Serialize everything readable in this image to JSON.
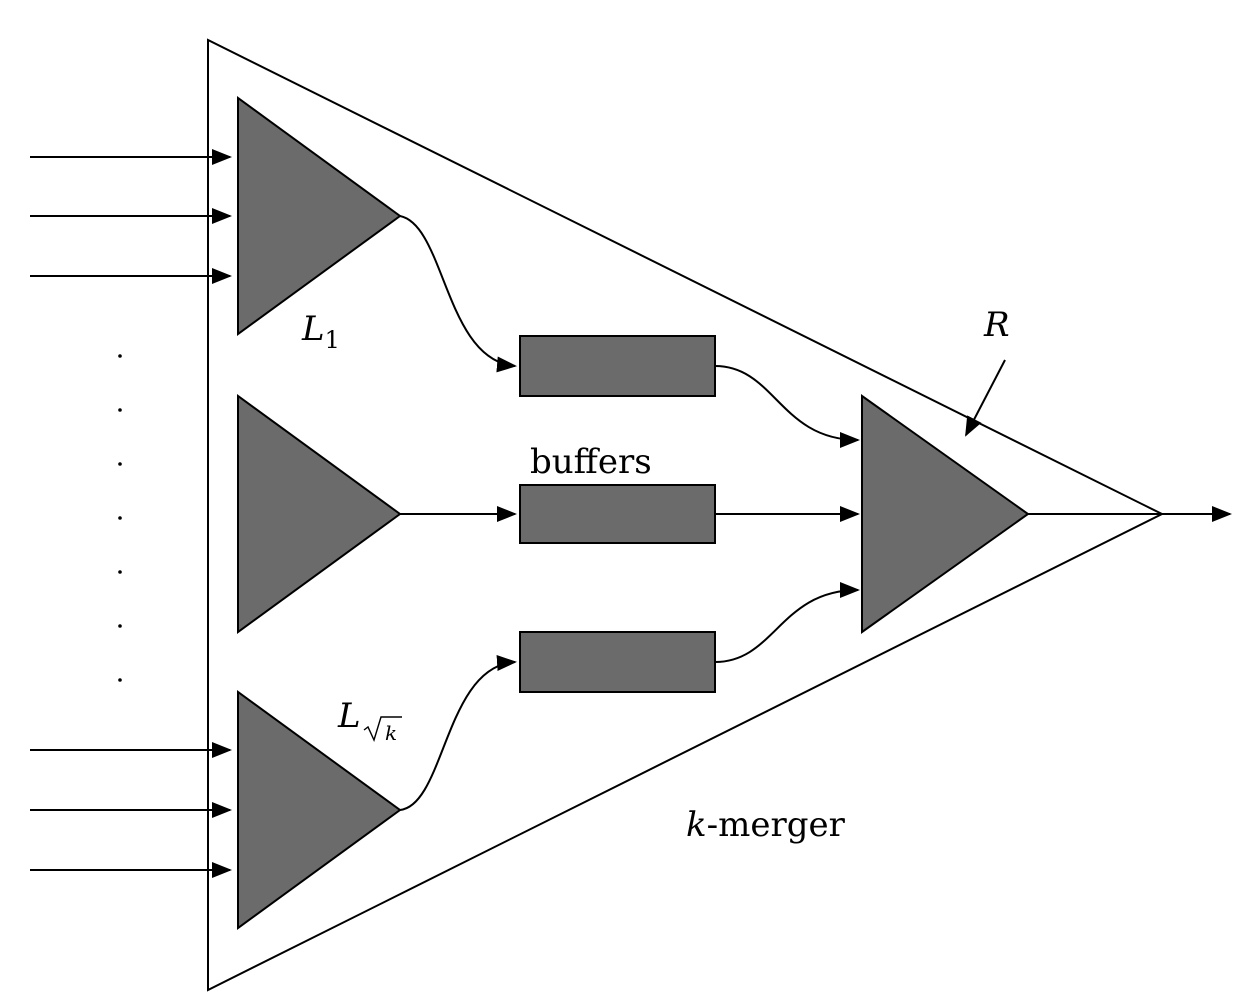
{
  "colors": {
    "component_fill": "#6b6b6b",
    "outline": "#000000",
    "background": "#ffffff"
  },
  "labels": {
    "left_merger_top": {
      "letter": "L",
      "subscript": "1"
    },
    "left_merger_bottom": {
      "letter": "L",
      "subscript_radicand": "k"
    },
    "buffers": "buffers",
    "right_merger": "R",
    "whole": {
      "variable": "k",
      "suffix": "-merger"
    }
  }
}
